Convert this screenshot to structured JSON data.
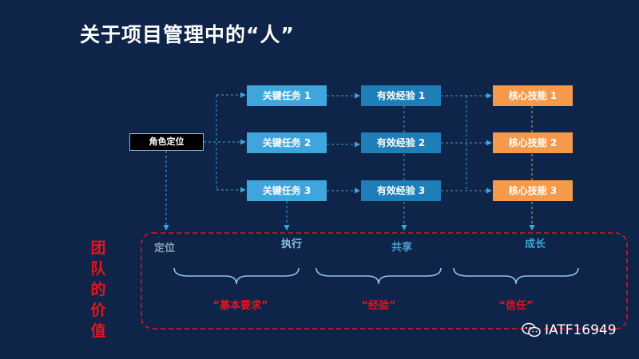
{
  "title": "关于项目管理中的“人”",
  "role_box": "角色定位",
  "tasks": [
    "关键任务 1",
    "关键任务 2",
    "关键任务 3"
  ],
  "experiences": [
    "有效经验 1",
    "有效经验 2",
    "有效经验 3"
  ],
  "skills": [
    "核心技能 1",
    "核心技能 2",
    "核心技能 3"
  ],
  "stages": {
    "position": "定位",
    "execute": "执行",
    "share": "共享",
    "growth": "成长"
  },
  "team_value_label": "团队的价值",
  "quotes": [
    "“基本要求”",
    "“经验”",
    "“信任”"
  ],
  "watermark": "IATF16949",
  "icons": {
    "watermark_icon": "wechat-icon"
  },
  "colors": {
    "background": "#0e2448",
    "task": "#3fa6dc",
    "experience": "#1d7eb8",
    "skill": "#f59a4a",
    "dashed_frame": "#e8141c",
    "connector": "#3fa6dc"
  }
}
